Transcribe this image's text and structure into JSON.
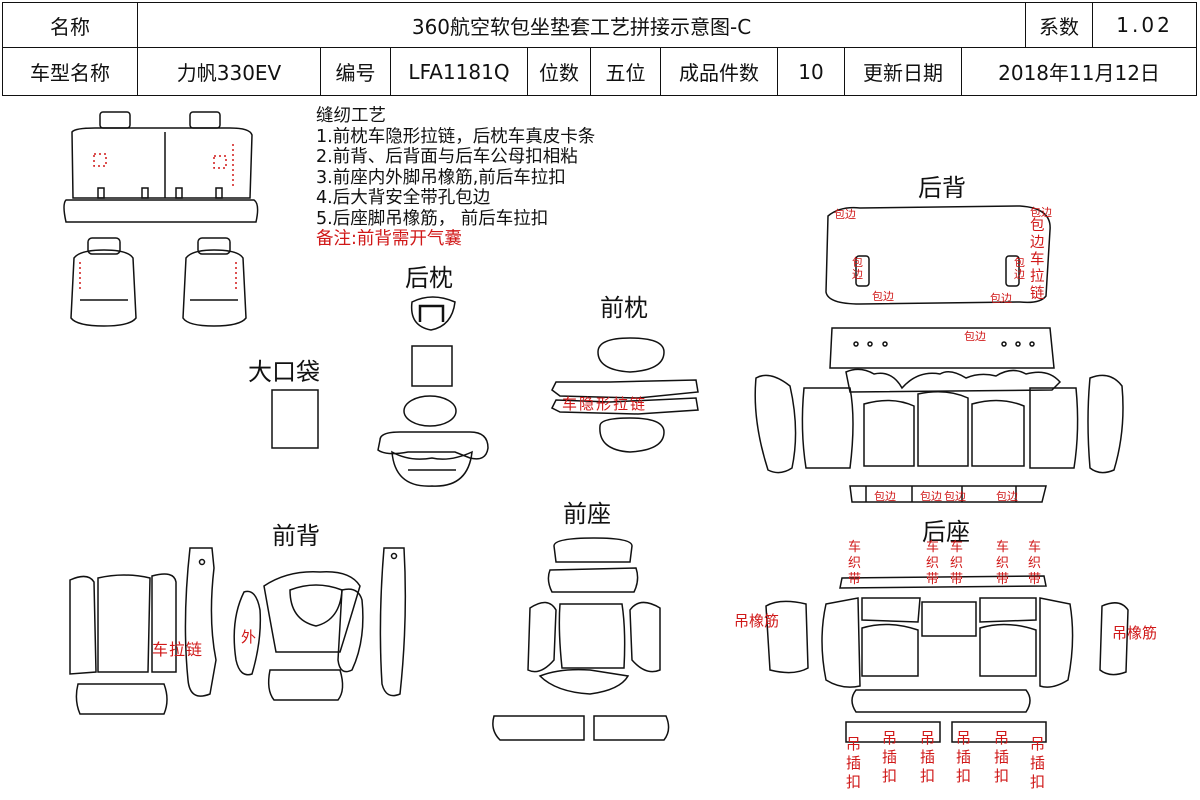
{
  "header": {
    "name_label": "名称",
    "title": "360航空软包坐垫套工艺拼接示意图-C",
    "coef_label": "系数",
    "coef_value": "1.02",
    "model_label": "车型名称",
    "model_value": "力帆330EV",
    "code_label": "编号",
    "code_value": "LFA1181Q",
    "seats_label": "位数",
    "seats_value": "五位",
    "pieces_label": "成品件数",
    "pieces_value": "10",
    "update_label": "更新日期",
    "update_value": "2018年11月12日"
  },
  "notes": {
    "heading": "缝纫工艺",
    "items": [
      "1.前枕车隐形拉链，后枕车真皮卡条",
      "2.前背、后背面与后车公母扣相粘",
      "3.前座内外脚吊橡筋,前后车拉扣",
      "4.后大背安全带孔包边",
      "5.后座脚吊橡筋， 前后车拉扣"
    ],
    "remark": "备注:前背需开气囊"
  },
  "sections": {
    "rear_headrest": "后枕",
    "front_headrest": "前枕",
    "big_pocket": "大口袋",
    "rear_back": "后背",
    "front_back": "前背",
    "front_seat": "前座",
    "rear_seat": "后座"
  },
  "labels": {
    "hidden_zipper": "车隐形拉链",
    "binding": "包边",
    "binding_zipper": "包边车拉链",
    "zipper": "车拉链",
    "outer": "外",
    "webbing": "车织带",
    "elastic": "吊橡筋",
    "hook": "吊插扣"
  },
  "colors": {
    "line": "#111111",
    "annotation": "#d01818"
  }
}
